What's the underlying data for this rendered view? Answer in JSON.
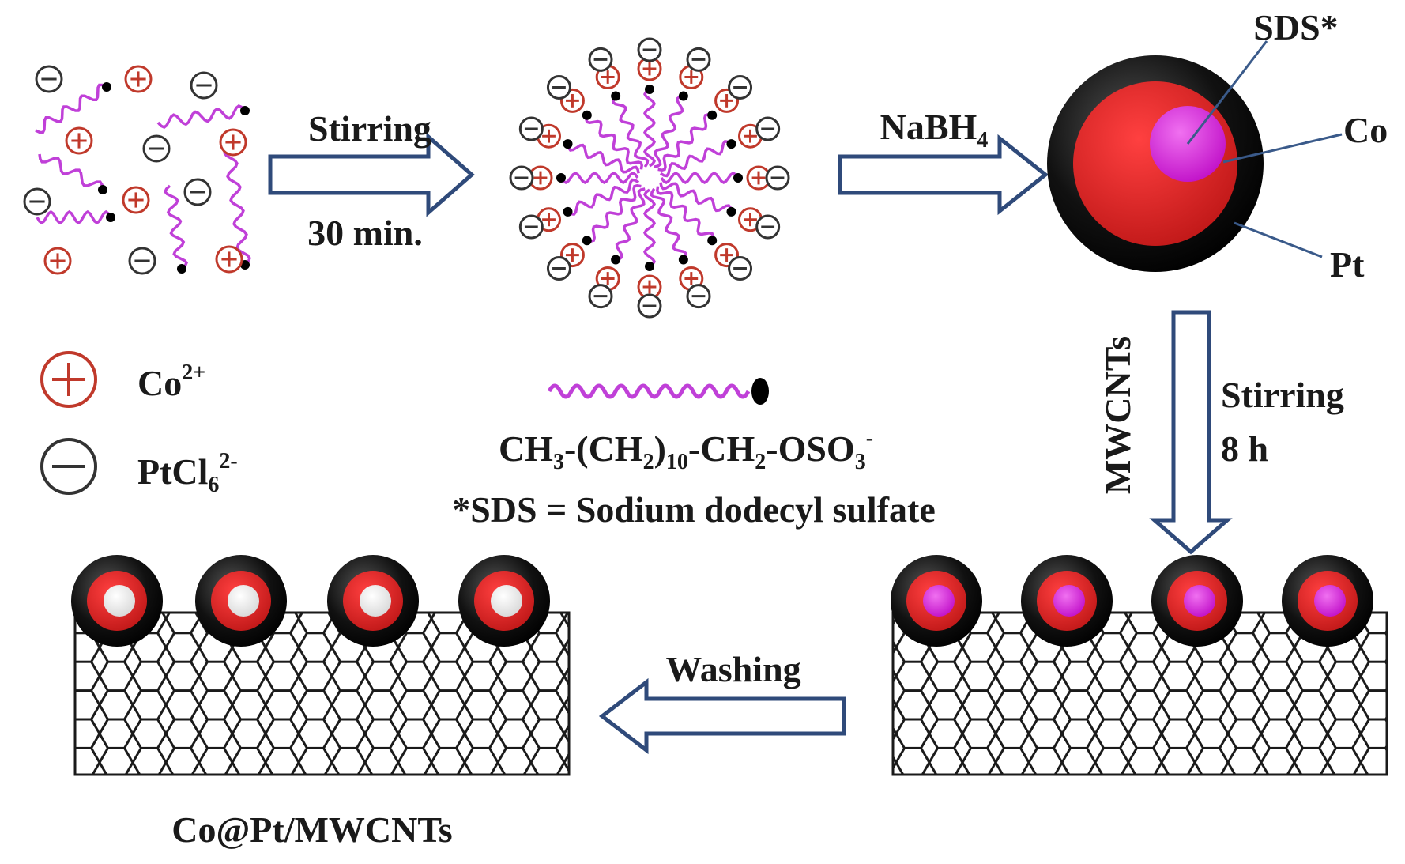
{
  "steps": {
    "step1_label": "Stirring",
    "step1_time": "30 min.",
    "step2_label": "NaBH",
    "step2_sub": "4",
    "step3_reagent": "MWCNTs",
    "step3_label": "Stirring",
    "step3_time": "8 h",
    "step4_label": "Washing"
  },
  "particle_labels": {
    "core": "SDS*",
    "middle": "Co",
    "shell": "Pt"
  },
  "legend": {
    "cation_text": "Co",
    "cation_charge": "2+",
    "anion_text": "PtCl",
    "anion_sub": "6",
    "anion_charge": "2-"
  },
  "formula": {
    "p1": "CH",
    "s1": "3",
    "p2": "-(CH",
    "s2": "2",
    "p3": ")",
    "s3": "10",
    "p4": "-CH",
    "s4": "2",
    "p5": "-OSO",
    "s5": "3",
    "sup": "-"
  },
  "footnote": "*SDS = Sodium dodecyl sulfate",
  "product_label": "Co@Pt/MWCNTs",
  "colors": {
    "arrow": "#2f4a7a",
    "tail": "#c040d8",
    "cation_ring": "#c0392b",
    "anion_ring": "#333333",
    "shell": "#111111",
    "middle": "#d42020",
    "core": "#d22ad2"
  }
}
